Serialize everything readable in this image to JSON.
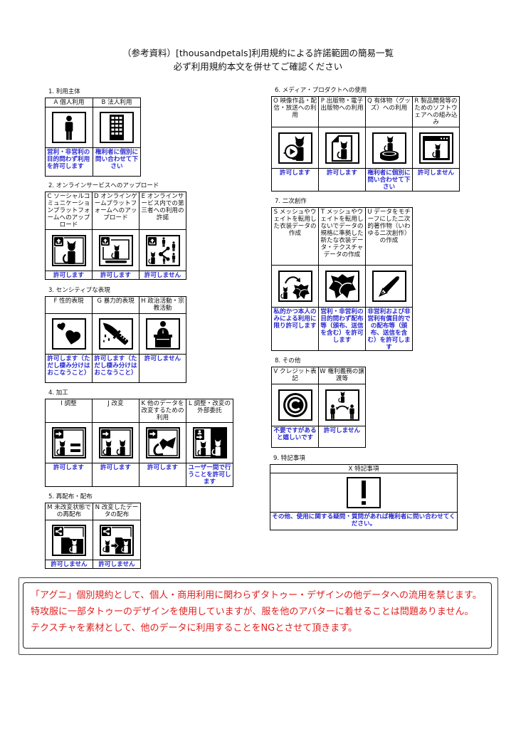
{
  "title": {
    "line1": "（参考資料）[thousandpetals]利用規約による許諾範囲の簡易一覧",
    "line2": "必ず利用規約本文を併せてご確認ください"
  },
  "sections": [
    {
      "label": "1. 利用主体",
      "items": [
        {
          "id": "A",
          "header": "A 個人利用",
          "icon": "person-icon",
          "status": "営利・非営利の目的問わず利用を許可します"
        },
        {
          "id": "B",
          "header": "B 法人利用",
          "icon": "building-icon",
          "status": "権利者に個別に問い合わせて下さい"
        }
      ]
    },
    {
      "label": "2. オンラインサービスへのアップロード",
      "items": [
        {
          "id": "C",
          "header": "C ソーシャルコミュニケーションプラットフォームへのアップロード",
          "icon": "upload-cat-icon",
          "status": "許可します"
        },
        {
          "id": "D",
          "header": "D オンラインゲームプラットフォームへのアップロード",
          "icon": "upload-monitor-cat-icon",
          "status": "許可します"
        },
        {
          "id": "E",
          "header": "E オンラインサービス内での第三者への利用の許諾",
          "icon": "upload-share-people-icon",
          "status": "許可しません"
        }
      ]
    },
    {
      "label": "3. センシティブな表現",
      "items": [
        {
          "id": "F",
          "header": "F 性的表現",
          "icon": "hearts-icon",
          "status": "許可します（ただし棲み分けはおこなうこと）"
        },
        {
          "id": "G",
          "header": "G 暴力的表現",
          "icon": "knife-icon",
          "status": "許可します（ただし棲み分けはおこなうこと）"
        },
        {
          "id": "H",
          "header": "H 政治活動・宗教活動",
          "icon": "podium-speaker-icon",
          "status": "許可しません"
        }
      ]
    },
    {
      "label": "4. 加工",
      "items": [
        {
          "id": "I",
          "header": "I 調整",
          "icon": "adjust-cat-equals-icon",
          "status": "許可します"
        },
        {
          "id": "J",
          "header": "J 改変",
          "icon": "modify-two-cats-icon",
          "status": "許可します"
        },
        {
          "id": "K",
          "header": "K 他のデータを改変するための利用",
          "icon": "modify-other-data-icon",
          "status": "許可します"
        },
        {
          "id": "L",
          "header": "L 調整・改変の外部委託",
          "icon": "outsource-cats-icon",
          "status": "ユーザー間で行うことを許可します"
        }
      ]
    },
    {
      "label": "5. 再配布・配布",
      "items": [
        {
          "id": "M",
          "header": "M 未改変状態での再配布",
          "icon": "share-folder-cat-icon",
          "status": "許可しません"
        },
        {
          "id": "N",
          "header": "N 改変したデータの配布",
          "icon": "share-modified-folder-icon",
          "status": "許可しません"
        }
      ]
    },
    {
      "label": "6. メディア・プロダクトへの使用",
      "items": [
        {
          "id": "O",
          "header": "O 映像作品・配信・放送への利用",
          "icon": "video-play-cat-icon",
          "status": "許可します"
        },
        {
          "id": "P",
          "header": "P 出版物・電子出版物への利用",
          "icon": "document-cat-icon",
          "status": "許可します"
        },
        {
          "id": "Q",
          "header": "Q 有体物（グッズ）への利用",
          "icon": "figure-cat-icon",
          "status": "権利者に個別に問い合わせて下さい"
        },
        {
          "id": "R",
          "header": "R 製品開発等のためのソフトウェアへの組み込み",
          "icon": "software-window-cat-icon",
          "status": "許可しません"
        }
      ]
    },
    {
      "label": "7. 二次創作",
      "items": [
        {
          "id": "S",
          "header": "S メッシュやウェイトを転用した衣装データの作成",
          "icon": "cat-to-clothes-icon",
          "status": "私的かつ本人のみによる利用に限り許可します"
        },
        {
          "id": "T",
          "header": "T メッシュやウェイトを転用しないでデータの規格に準拠した新たな衣装データ・テクスチャデータの作成",
          "icon": "clothes-icon",
          "status": "営利・非営利の目的問わず配布等（頒布、送信を含む）を許可します"
        },
        {
          "id": "U",
          "header": "U データをモチーフにした二次的著作物（いわゆる二次創作）の作成",
          "icon": "pen-nib-icon",
          "status": "非営利および非営利有償目的での配布等（頒布、送信を含む）を許可します"
        }
      ]
    },
    {
      "label": "8. その他",
      "items": [
        {
          "id": "V",
          "header": "V クレジット表記",
          "icon": "copyright-icon",
          "status": "不要ですがあると嬉しいです"
        },
        {
          "id": "W",
          "header": "W 権利義務の譲渡等",
          "icon": "transfer-rights-icon",
          "status": "許可しません"
        }
      ]
    },
    {
      "label": "9. 特記事項",
      "items": [
        {
          "id": "X",
          "header": "X 特記事項",
          "icon": "exclamation-icon",
          "status": "その他、使用に関する疑問・質問があれば権利者に問い合わせてください。"
        }
      ]
    }
  ],
  "notice": {
    "lines": [
      "「アグニ」個別規約として、個人・商用利用に関わらずタトゥー・デザインの他データへの流用を禁じます。",
      "特攻服に一部タトゥーのデザインを使用していますが、服を他のアバターに着せることは問題ありません。",
      "テクスチャを素材として、他のデータに利用することをNGとさせて頂きます。"
    ]
  },
  "colors": {
    "status_text": "#2a2ad0",
    "notice_text": "#e21b1b",
    "border": "#000000"
  }
}
